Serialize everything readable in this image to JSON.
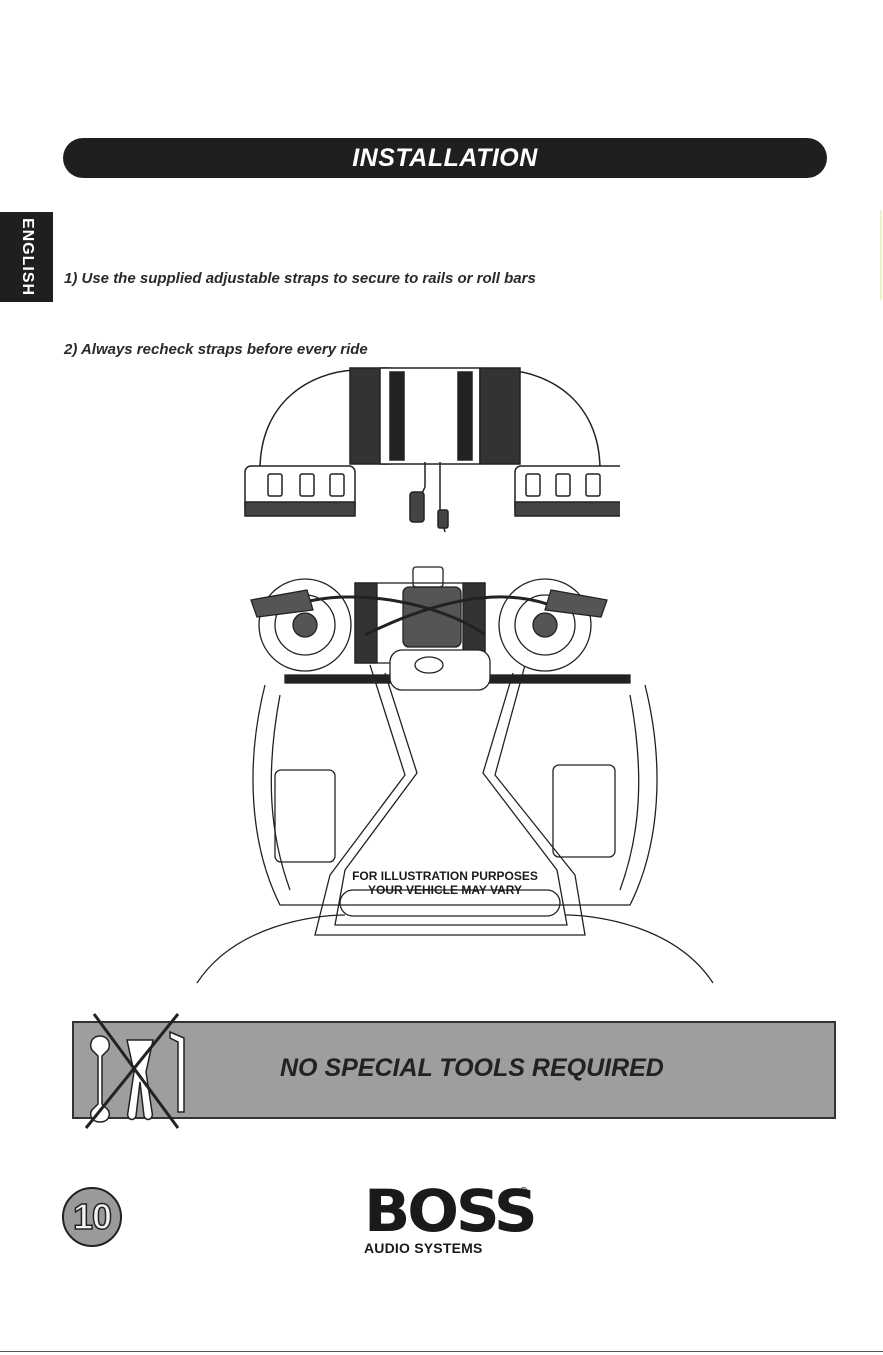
{
  "header": {
    "title": "INSTALLATION"
  },
  "sidebar": {
    "language": "ENGLISH"
  },
  "steps": [
    "1) Use the supplied adjustable straps to secure to rails or roll bars",
    "2) Always recheck straps before every ride"
  ],
  "illustration": {
    "caption_line1": "FOR ILLUSTRATION PURPOSES",
    "caption_line2": "YOUR VEHICLE MAY VARY"
  },
  "tools_notice": {
    "text": "NO SPECIAL TOOLS REQUIRED"
  },
  "footer": {
    "page_number": "10",
    "brand": "BOSS",
    "brand_registered": "®",
    "brand_subtitle": "AUDIO SYSTEMS"
  }
}
